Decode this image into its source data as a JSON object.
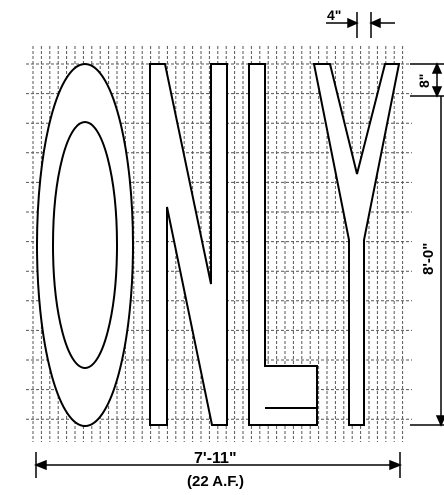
{
  "word": "ONLY",
  "letters": [
    "O",
    "N",
    "L",
    "Y"
  ],
  "dimensions": {
    "top_spacing": "4\"",
    "right_small": "8\"",
    "height": "8'-0\"",
    "width": "7'-11\"",
    "width_note": "(22 A.F.)"
  }
}
